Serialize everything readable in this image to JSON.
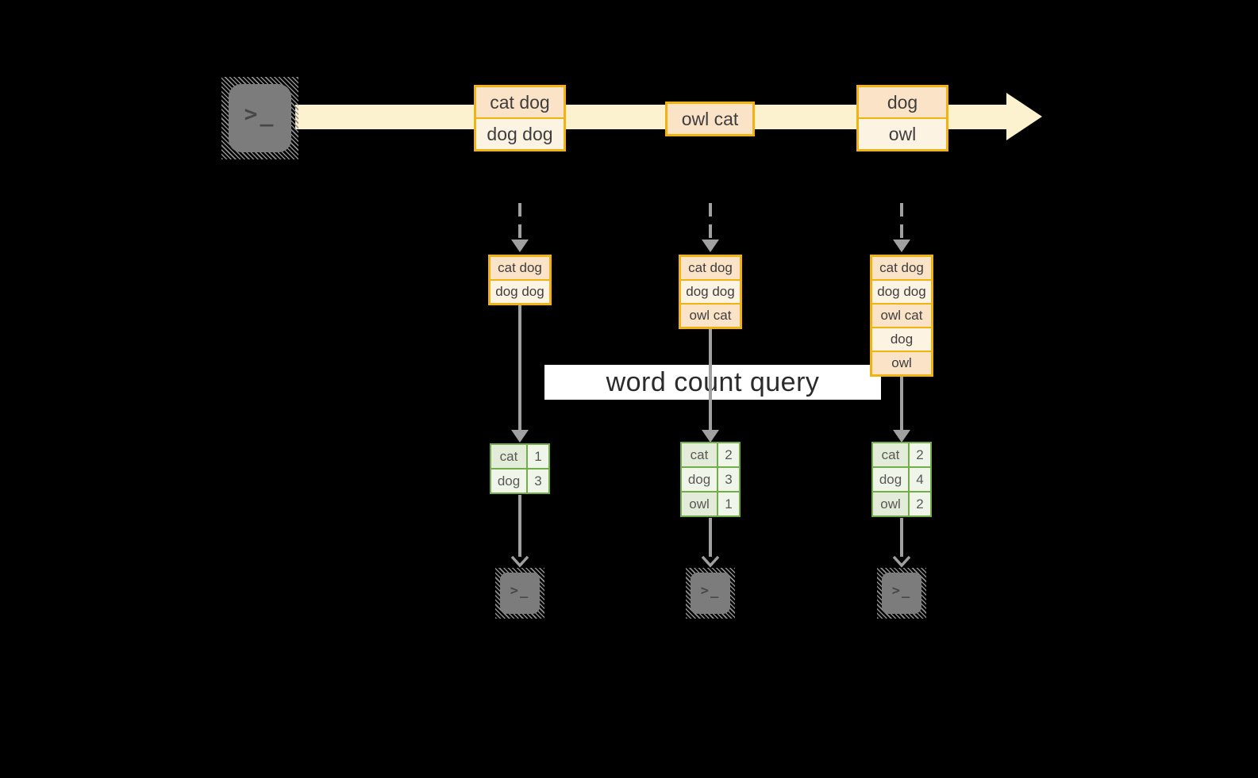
{
  "query_label": "word count query",
  "terminal": {
    "prompt": ">",
    "cursor": "_"
  },
  "stream": {
    "messages": [
      {
        "cells": [
          "cat dog",
          "dog dog"
        ]
      },
      {
        "cells": [
          "owl cat"
        ]
      },
      {
        "cells": [
          "dog",
          "owl"
        ]
      }
    ]
  },
  "columns": [
    {
      "buffer": [
        "cat dog",
        "dog dog"
      ],
      "counts": [
        {
          "word": "cat",
          "count": "1"
        },
        {
          "word": "dog",
          "count": "3"
        }
      ]
    },
    {
      "buffer": [
        "cat dog",
        "dog dog",
        "owl cat"
      ],
      "counts": [
        {
          "word": "cat",
          "count": "2"
        },
        {
          "word": "dog",
          "count": "3"
        },
        {
          "word": "owl",
          "count": "1"
        }
      ]
    },
    {
      "buffer": [
        "cat dog",
        "dog dog",
        "owl cat",
        "dog",
        "owl"
      ],
      "counts": [
        {
          "word": "cat",
          "count": "2"
        },
        {
          "word": "dog",
          "count": "4"
        },
        {
          "word": "owl",
          "count": "2"
        }
      ]
    }
  ],
  "colors": {
    "background": "#000000",
    "stream_band": "#fdf2d0",
    "box_border": "#f0b310",
    "box_fill_peach": "#fbe3c8",
    "box_fill_cream": "#fdf3e3",
    "table_border": "#72ad47",
    "table_fill_dark": "#e3ecd9",
    "table_fill_light": "#f0f5ea",
    "arrow_gray": "#a0a0a0",
    "terminal_gray": "#7c7c7c",
    "query_band": "#ffffff"
  }
}
